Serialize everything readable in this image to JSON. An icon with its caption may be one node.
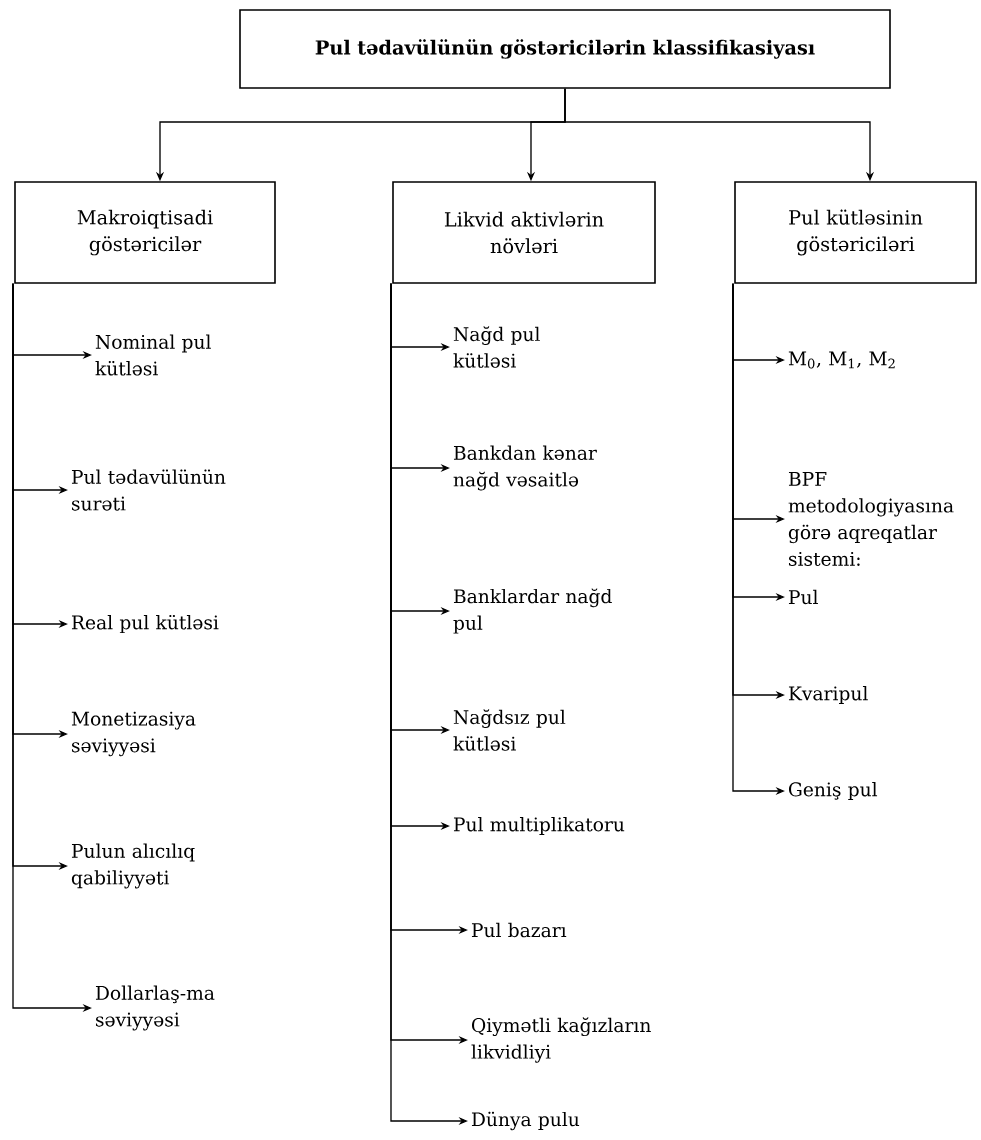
{
  "diagram": {
    "nodes": [
      {
        "text": [
          "Pul tədavülünün göstəricilərin klassifikasiyası"
        ]
      },
      {
        "text": [
          "Makroiqtisadi göstəricilər"
        ]
      },
      {
        "text": [
          "Likvid aktivlərin növləri"
        ]
      },
      {
        "text": [
          "Pul kütləsinin göstəriciləri"
        ]
      },
      {
        "text": [
          "Nominal pul kütləsi"
        ]
      },
      {
        "text": [
          "Pul tədavülünün surəti"
        ]
      },
      {
        "text": [
          "Real pul kütləsi"
        ]
      },
      {
        "text": [
          "Monetizasiya səviyyəsi"
        ]
      },
      {
        "text": [
          "Pulun alıcılıq qabiliyyəti"
        ]
      },
      {
        "text": [
          "Dollarlaş-ma səviyyəsi"
        ]
      },
      {
        "text": [
          "Nağd pul kütləsi"
        ]
      },
      {
        "text": [
          "Bankdan kənar nağd vəsaitlə"
        ]
      },
      {
        "text": [
          "Banklardar nağd pul"
        ]
      },
      {
        "text": [
          "Nağdsız pul kütləsi"
        ]
      },
      {
        "text": [
          "Pul multiplikatoru"
        ]
      },
      {
        "text": [
          "Pul bazarı"
        ]
      },
      {
        "text": [
          "Qiymətli kağızların likvidliyi"
        ]
      },
      {
        "text": [
          "Dünya pulu"
        ]
      },
      {
        "text": [
          "M$_{0}$, M$_{1}$, M$_{2}$"
        ]
      },
      {
        "text": [
          "BPF metodologiyasına görə aqreqatlar sistemi:"
        ]
      },
      {
        "text": [
          "Pul"
        ]
      },
      {
        "text": [
          "Kvaripul"
        ]
      },
      {
        "text": [
          "Geniş pul"
        ]
      }
    ],
    "edges": [
      {
        "from": 0,
        "to": 1,
        "arrow": "to"
      },
      {
        "from": 0,
        "to": 2,
        "arrow": "to"
      },
      {
        "from": 0,
        "to": 3,
        "arrow": "to"
      },
      {
        "from": 1,
        "to": 4,
        "arrow": "to"
      },
      {
        "from": 1,
        "to": 5,
        "arrow": "to"
      },
      {
        "from": 1,
        "to": 6,
        "arrow": "to"
      },
      {
        "from": 1,
        "to": 7,
        "arrow": "to"
      },
      {
        "from": 1,
        "to": 8,
        "arrow": "to"
      },
      {
        "from": 1,
        "to": 9,
        "arrow": "to"
      },
      {
        "from": 2,
        "to": 10,
        "arrow": "to"
      },
      {
        "from": 2,
        "to": 11,
        "arrow": "to"
      },
      {
        "from": 2,
        "to": 12,
        "arrow": "to"
      },
      {
        "from": 2,
        "to": 13,
        "arrow": "to"
      },
      {
        "from": 2,
        "to": 14,
        "arrow": "to"
      },
      {
        "from": 2,
        "to": 15,
        "arrow": "to"
      },
      {
        "from": 2,
        "to": 16,
        "arrow": "to"
      },
      {
        "from": 2,
        "to": 17,
        "arrow": "to"
      },
      {
        "from": 3,
        "to": 18,
        "arrow": "to"
      },
      {
        "from": 3,
        "to": 19,
        "arrow": "to"
      },
      {
        "from": 3,
        "to": 20,
        "arrow": "to"
      },
      {
        "from": 3,
        "to": 21,
        "arrow": "to"
      },
      {
        "from": 3,
        "to": 22,
        "arrow": "to"
      }
    ]
  }
}
